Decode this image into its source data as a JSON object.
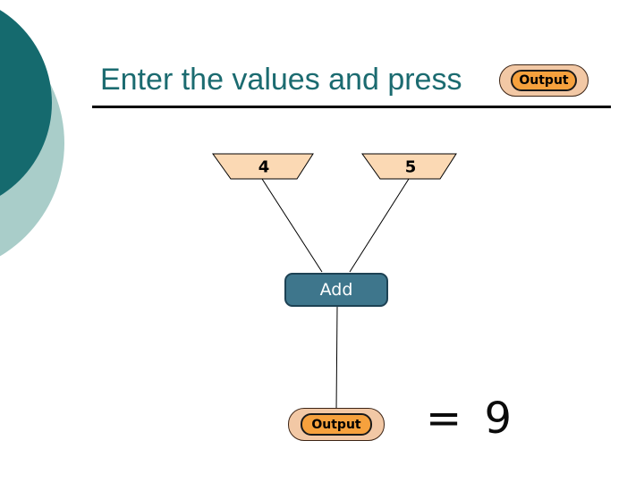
{
  "slide": {
    "title": "Enter the values and press",
    "title_button_label": "Output"
  },
  "diagram": {
    "inputs": [
      {
        "value": "4"
      },
      {
        "value": "5"
      }
    ],
    "operation_label": "Add",
    "output_button_label": "Output",
    "result_text": "= 9"
  },
  "colors": {
    "title_text": "#1b6b70",
    "circle_dark": "#156a6e",
    "circle_light": "#a9cdc9",
    "trapezoid_fill": "#fbd9b4",
    "pill_outer_fill": "#f2c8a5",
    "pill_inner_fill": "#f6a13d",
    "add_fill": "#3e768c",
    "add_border": "#1d4254",
    "add_text": "#ffffff",
    "connector_line": "#000000"
  }
}
